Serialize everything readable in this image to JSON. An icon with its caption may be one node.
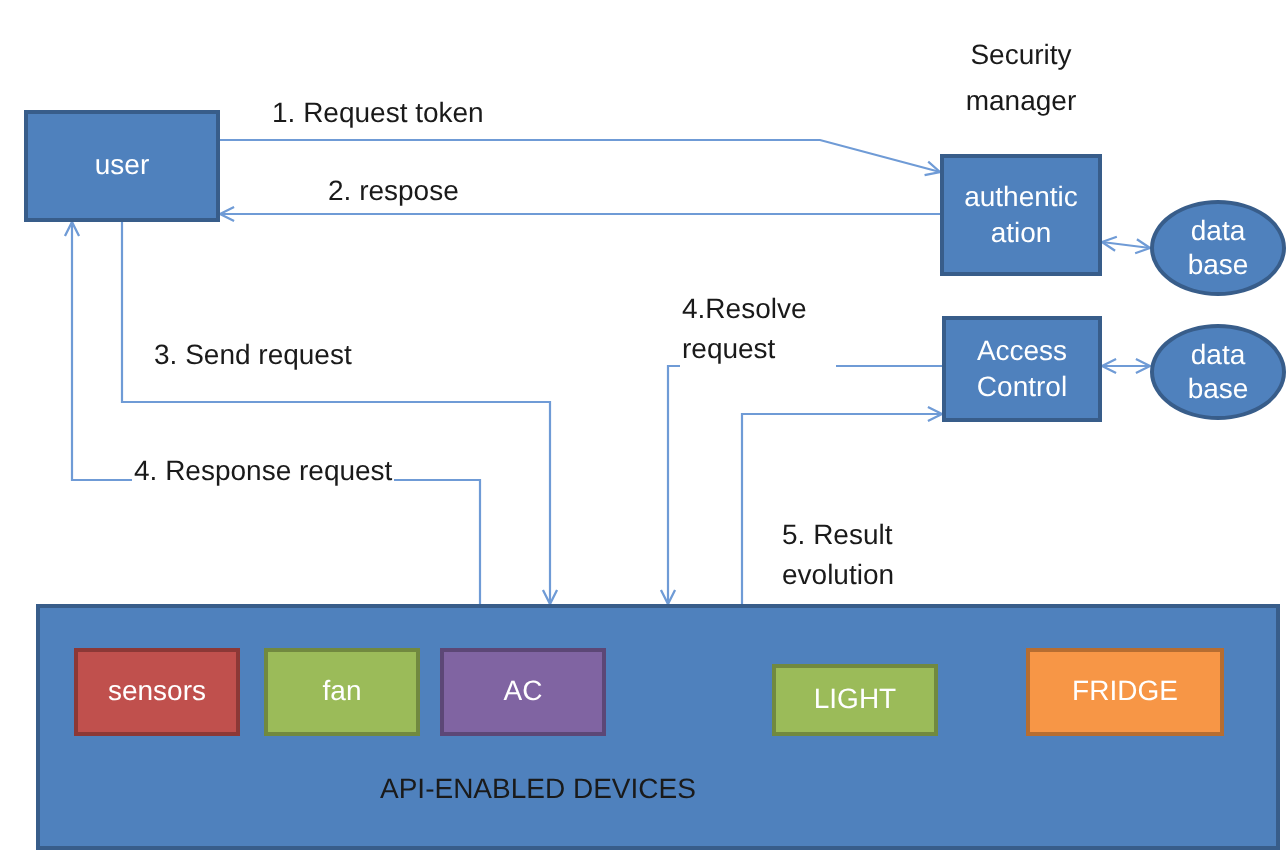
{
  "diagram": {
    "nodes": [
      {
        "text": [
          "user"
        ]
      },
      {
        "text": [
          "authentic ation"
        ],
        "beside": [
          "Security manager"
        ]
      },
      {
        "text": [
          "data base"
        ]
      },
      {
        "text": [
          "Access Control"
        ]
      },
      {
        "text": [
          "data base"
        ]
      },
      {
        "text": [
          "API-ENABLED DEVICES"
        ]
      },
      {
        "text": [
          "sensors"
        ],
        "in": 5
      },
      {
        "text": [
          "fan"
        ],
        "in": 5
      },
      {
        "text": [
          "AC"
        ],
        "in": 5
      },
      {
        "text": [
          "LIGHT"
        ],
        "in": 5
      },
      {
        "text": [
          "FRIDGE"
        ],
        "in": 5
      }
    ],
    "edges": [
      {
        "from": 0,
        "to": 1,
        "arrow": "to",
        "label": "1. Request token"
      },
      {
        "from": 1,
        "to": 0,
        "arrow": "to",
        "label": "2. respose"
      },
      {
        "from": 1,
        "to": 2,
        "arrow": "both"
      },
      {
        "from": 0,
        "to": 5,
        "arrow": "to",
        "label": "3. Send request"
      },
      {
        "from": 5,
        "to": 0,
        "arrow": "to",
        "label": "4. Response request"
      },
      {
        "from": 3,
        "to": 5,
        "arrow": "to",
        "label": "4.Resolve request"
      },
      {
        "from": 5,
        "to": 3,
        "arrow": "to",
        "label": "5. Result evolution"
      },
      {
        "from": 3,
        "to": 4,
        "arrow": "both"
      }
    ]
  }
}
